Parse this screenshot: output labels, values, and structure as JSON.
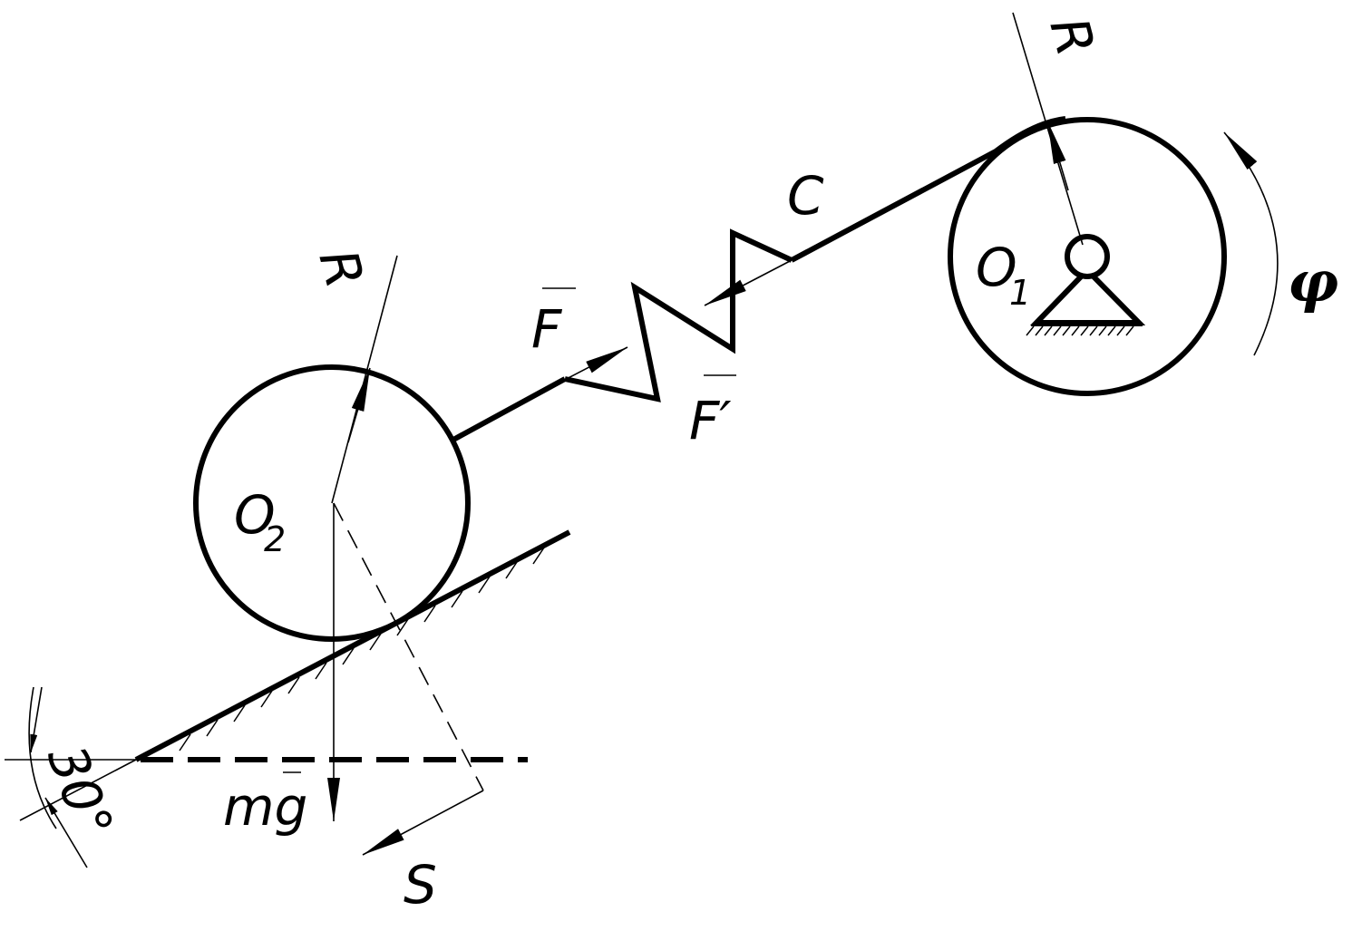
{
  "labels": {
    "r_top": "R",
    "r_left": "R",
    "c": "C",
    "o1_main": "O",
    "o1_sub": "1",
    "phi": "φ",
    "f": "F",
    "f_prime": "F′",
    "o2_main": "O",
    "o2_sub": "2",
    "mg": "mg",
    "s": "S",
    "angle": "30°"
  }
}
